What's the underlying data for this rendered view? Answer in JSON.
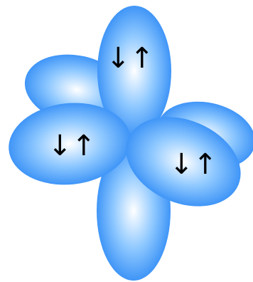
{
  "orbitals": {
    "colors": {
      "lobe_center": "#ffffff",
      "lobe_mid": "#8ec8ff",
      "lobe_edge": "#3f95f7"
    },
    "spin_pair": "↓↑",
    "labels": [
      {
        "name": "top-lobe-spin-pair",
        "text": "↓↑"
      },
      {
        "name": "left-lobe-spin-pair",
        "text": "↓↑"
      },
      {
        "name": "right-lobe-spin-pair",
        "text": "↓↑"
      }
    ]
  }
}
